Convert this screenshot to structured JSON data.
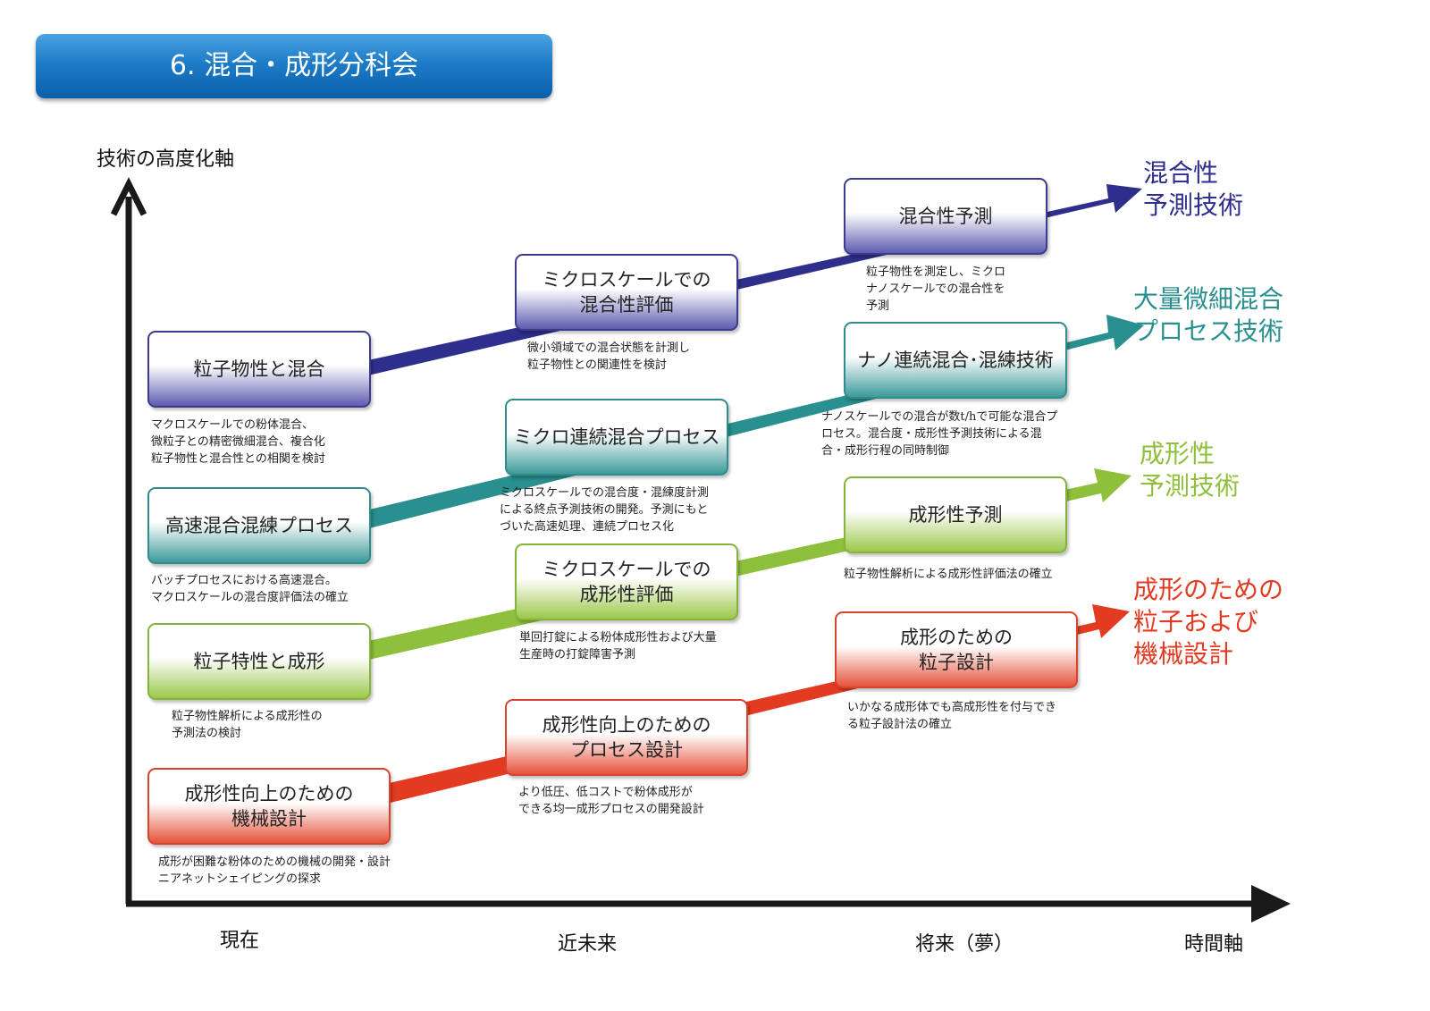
{
  "title": "6. 混合・成形分科会",
  "axes": {
    "y_label": "技術の高度化軸",
    "x_label": "時間軸",
    "time_labels": [
      "現在",
      "近未来",
      "将来（夢）"
    ]
  },
  "colors": {
    "blue": "#2e2e8c",
    "teal": "#2a8f8f",
    "green": "#8fc03c",
    "red": "#e33b22",
    "title_bar": "#1d7cc8",
    "axis": "#1a1a1a"
  },
  "tracks": {
    "blue": {
      "goal": [
        "混合性",
        "予測技術"
      ],
      "stages": [
        {
          "title": [
            "粒子物性と混合"
          ],
          "desc": [
            "マクロスケールでの粉体混合、",
            "微粒子との精密微細混合、複合化",
            "粒子物性と混合性との相関を検討"
          ]
        },
        {
          "title": [
            "ミクロスケールでの",
            "混合性評価"
          ],
          "desc": [
            "微小領域での混合状態を計測し",
            "粒子物性との関連性を検討"
          ]
        },
        {
          "title": [
            "混合性予測"
          ],
          "desc": [
            "粒子物性を測定し、ミクロ",
            "ナノスケールでの混合性を",
            "予測"
          ]
        }
      ]
    },
    "teal": {
      "goal": [
        "大量微細混合",
        "プロセス技術"
      ],
      "stages": [
        {
          "title": [
            "高速混合混練プロセス"
          ],
          "desc": [
            "バッチプロセスにおける高速混合。",
            "マクロスケールの混合度評価法の確立"
          ]
        },
        {
          "title": [
            "ミクロ連続混合プロセス"
          ],
          "desc": [
            "ミクロスケールでの混合度・混練度計測",
            "による終点予測技術の開発。予測にもと",
            "づいた高速処理、連続プロセス化"
          ]
        },
        {
          "title": [
            "ナノ連続混合･混練技術"
          ],
          "desc": [
            "ナノスケールでの混合が数t/hで可能な混合プ",
            "ロセス。混合度・成形性予測技術による混",
            "合・成形行程の同時制御"
          ]
        }
      ]
    },
    "green": {
      "goal": [
        "成形性",
        "予測技術"
      ],
      "stages": [
        {
          "title": [
            "粒子特性と成形"
          ],
          "desc": [
            "粒子物性解析による成形性の",
            "予測法の検討"
          ]
        },
        {
          "title": [
            "ミクロスケールでの",
            "成形性評価"
          ],
          "desc": [
            "単回打錠による粉体成形性および大量",
            "生産時の打錠障害予測"
          ]
        },
        {
          "title": [
            "成形性予測"
          ],
          "desc": [
            "粒子物性解析による成形性評価法の確立"
          ]
        }
      ]
    },
    "red": {
      "goal": [
        "成形のための",
        "粒子および",
        "機械設計"
      ],
      "stages": [
        {
          "title": [
            "成形性向上のための",
            "機械設計"
          ],
          "desc": [
            "成形が困難な粉体のための機械の開発・設計",
            "ニアネットシェイピングの探求"
          ]
        },
        {
          "title": [
            "成形性向上のための",
            "プロセス設計"
          ],
          "desc": [
            "より低圧、低コストで粉体成形が",
            "できる均一成形プロセスの開発設計"
          ]
        },
        {
          "title": [
            "成形のための",
            "粒子設計"
          ],
          "desc": [
            "いかなる成形体でも高成形性を付与でき",
            "る粒子設計法の確立"
          ]
        }
      ]
    }
  }
}
